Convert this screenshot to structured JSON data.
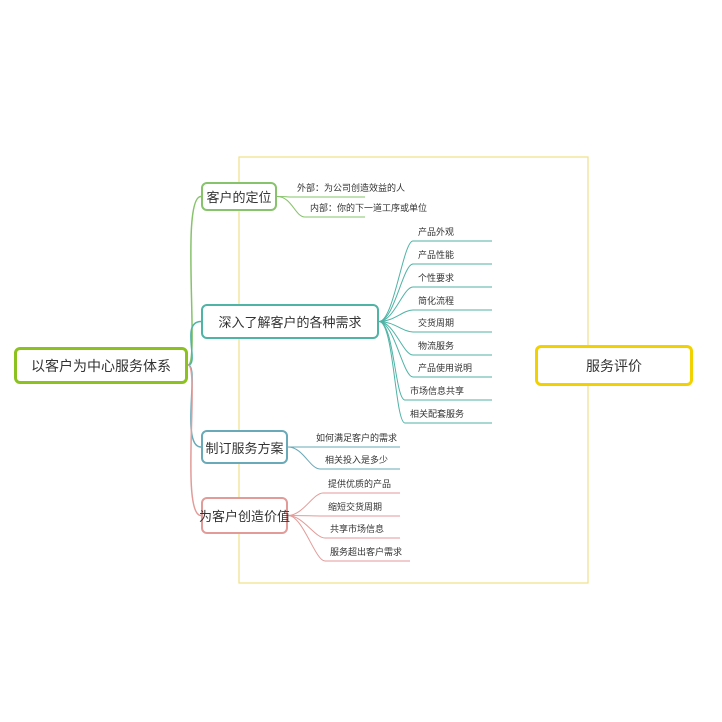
{
  "root": {
    "label": "以客户为中心服务体系",
    "color": "#8cc220"
  },
  "side": {
    "label": "服务评价",
    "color": "#f2d100"
  },
  "branches": [
    {
      "label": "客户的定位",
      "color": "#86c36a",
      "leaves": [
        "外部：为公司创造效益的人",
        "内部：你的下一道工序或单位"
      ]
    },
    {
      "label": "深入了解客户的各种需求",
      "color": "#4fb3a5",
      "leaves": [
        "产品外观",
        "产品性能",
        "个性要求",
        "简化流程",
        "交货周期",
        "物流服务",
        "产品使用说明",
        "市场信息共享",
        "相关配套服务"
      ]
    },
    {
      "label": "制订服务方案",
      "color": "#6aa9b8",
      "leaves": [
        "如何满足客户的需求",
        "相关投入是多少"
      ]
    },
    {
      "label": "为客户创造价值",
      "color": "#e29b98",
      "leaves": [
        "提供优质的产品",
        "缩短交货周期",
        "共享市场信息",
        "服务超出客户需求"
      ]
    }
  ]
}
